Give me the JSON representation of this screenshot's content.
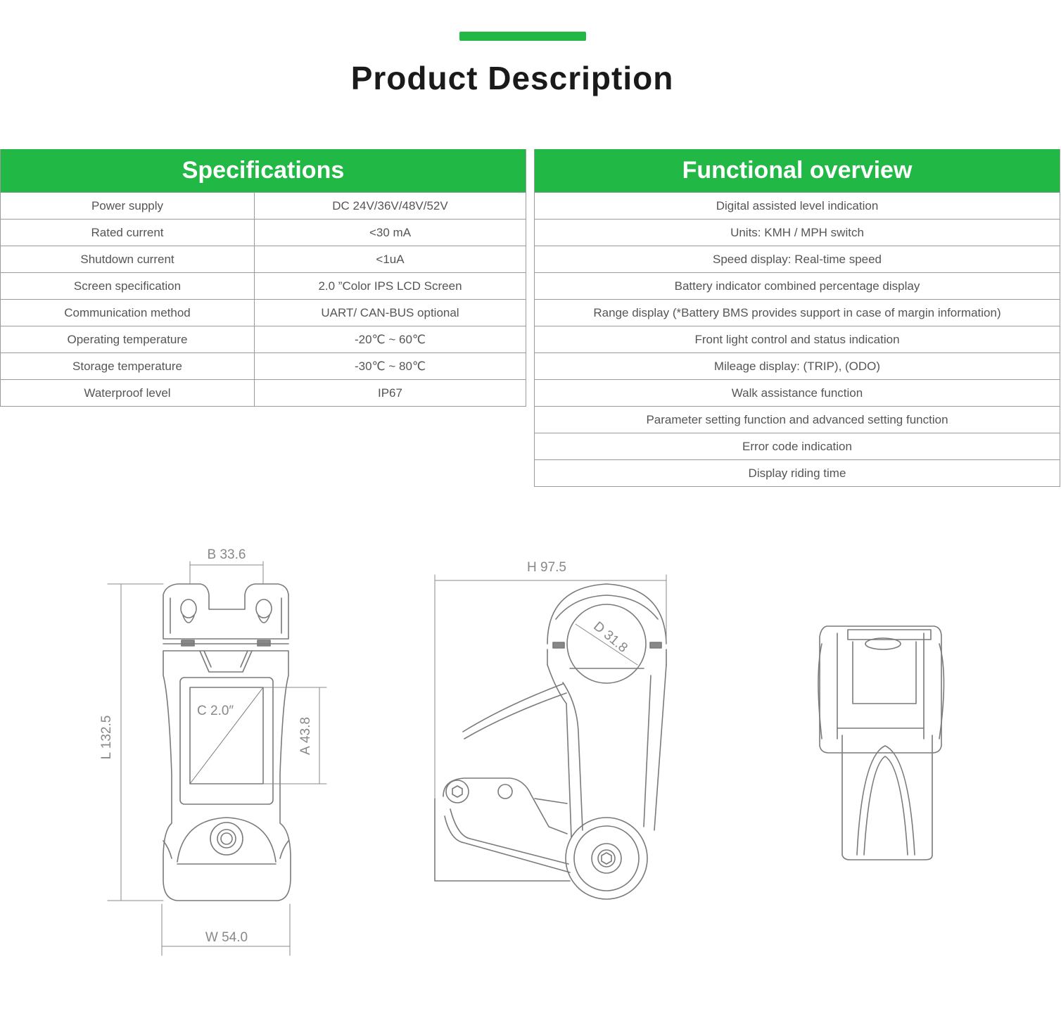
{
  "header": {
    "title": "Product Description",
    "accent_color": "#22b845"
  },
  "specifications": {
    "title": "Specifications",
    "rows": [
      {
        "label": "Power supply",
        "value": "DC 24V/36V/48V/52V"
      },
      {
        "label": "Rated current",
        "value": "<30 mA"
      },
      {
        "label": "Shutdown current",
        "value": "<1uA"
      },
      {
        "label": "Screen specification",
        "value": "2.0 ”Color IPS LCD Screen"
      },
      {
        "label": "Communication method",
        "value": "UART/ CAN-BUS optional"
      },
      {
        "label": "Operating temperature",
        "value": "-20℃ ~ 60℃"
      },
      {
        "label": "Storage temperature",
        "value": "-30℃ ~ 80℃"
      },
      {
        "label": "Waterproof level",
        "value": "IP67"
      }
    ]
  },
  "functional_overview": {
    "title": "Functional overview",
    "items": [
      "Digital assisted level indication",
      "Units: KMH / MPH switch",
      "Speed display: Real-time speed",
      "Battery indicator combined percentage display",
      "Range display (*Battery BMS provides support in case of margin information)",
      "Front light control and status indication",
      "Mileage display: (TRIP), (ODO)",
      "Walk assistance function",
      "Parameter setting function and advanced setting function",
      "Error code indication",
      "Display riding time"
    ]
  },
  "dimensions": {
    "front": {
      "b": "B 33.6",
      "l": "L 132.5",
      "c": "C 2.0″",
      "a": "A 43.8",
      "w": "W 54.0"
    },
    "side": {
      "h": "H 97.5",
      "d": "D 31.8"
    }
  }
}
